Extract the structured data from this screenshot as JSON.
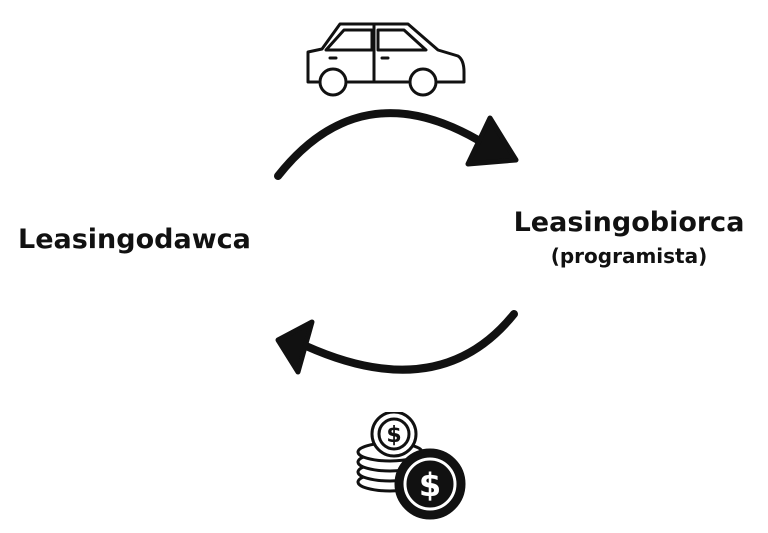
{
  "diagram": {
    "lessor": {
      "label": "Leasingodawca"
    },
    "lessee": {
      "label": "Leasingobiorca",
      "sublabel": "(programista)"
    },
    "flow_top": {
      "icon": "car-icon",
      "direction": "lessor-to-lessee"
    },
    "flow_bottom": {
      "icon": "money-coins-icon",
      "direction": "lessee-to-lessor"
    }
  },
  "colors": {
    "stroke": "#111111",
    "background": "#ffffff"
  }
}
